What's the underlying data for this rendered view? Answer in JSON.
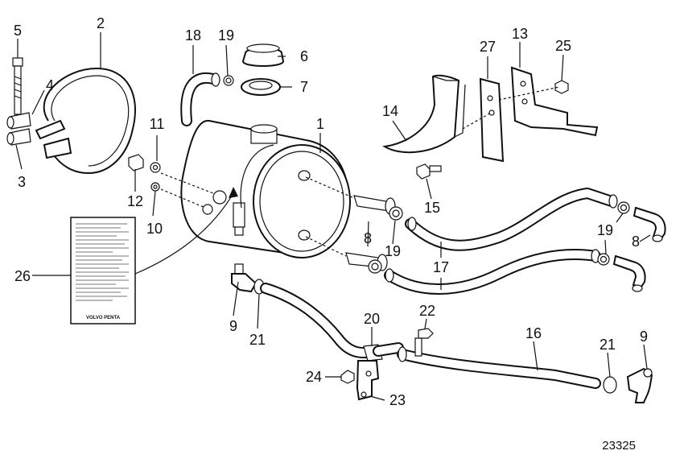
{
  "labels": {
    "p1": "1",
    "p2": "2",
    "p3": "3",
    "p4": "4",
    "p5": "5",
    "p6": "6",
    "p7": "7",
    "p8a": "8",
    "p8b": "8",
    "p9a": "9",
    "p9b": "9",
    "p10": "10",
    "p11": "11",
    "p12": "12",
    "p13": "13",
    "p14": "14",
    "p15": "15",
    "p16": "16",
    "p17": "17",
    "p18": "18",
    "p19a": "19",
    "p19b": "19",
    "p19c": "19",
    "p20": "20",
    "p21a": "21",
    "p21b": "21",
    "p22": "22",
    "p23": "23",
    "p24": "24",
    "p25": "25",
    "p26": "26",
    "p27": "27"
  },
  "figure_number": "23325",
  "placard_brand": "VOLVO PENTA"
}
